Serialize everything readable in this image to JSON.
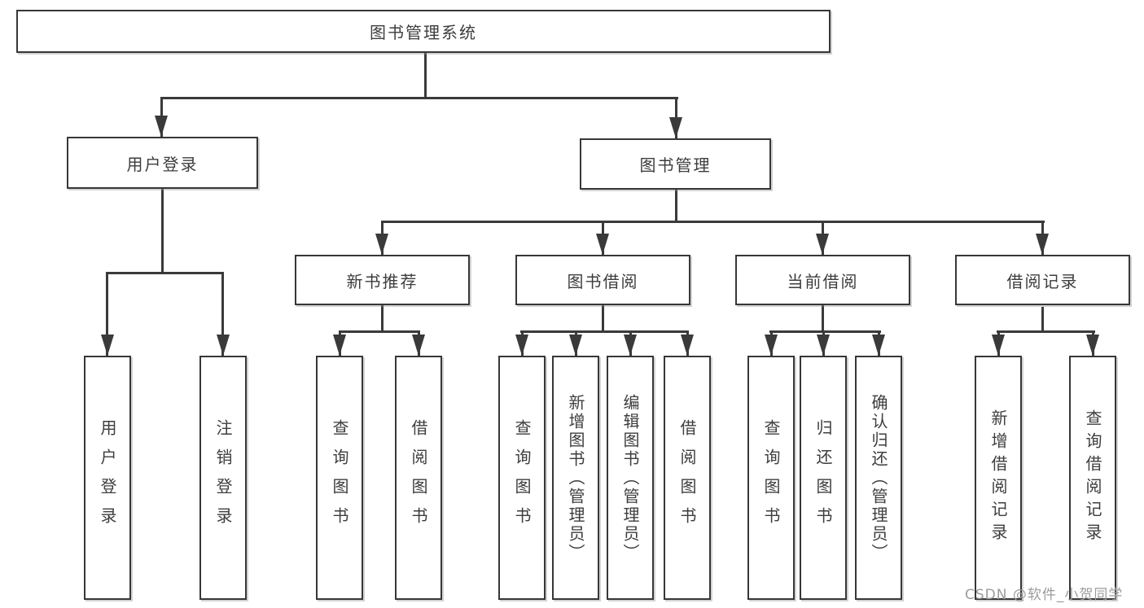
{
  "tree": {
    "label": "图书管理系统",
    "children": [
      {
        "label": "用户登录",
        "children": [
          {
            "label": "用户登录"
          },
          {
            "label": "注销登录"
          }
        ]
      },
      {
        "label": "图书管理",
        "children": [
          {
            "label": "新书推荐",
            "children": [
              {
                "label": "查询图书"
              },
              {
                "label": "借阅图书"
              }
            ]
          },
          {
            "label": "图书借阅",
            "children": [
              {
                "label": "查询图书"
              },
              {
                "label": "新增图书（管理员）"
              },
              {
                "label": "编辑图书（管理员）"
              },
              {
                "label": "借阅图书"
              }
            ]
          },
          {
            "label": "当前借阅",
            "children": [
              {
                "label": "查询图书"
              },
              {
                "label": "归还图书"
              },
              {
                "label": "确认归还（管理员）"
              }
            ]
          },
          {
            "label": "借阅记录",
            "children": [
              {
                "label": "新增借阅记录"
              },
              {
                "label": "查询借阅记录"
              }
            ]
          }
        ]
      }
    ]
  },
  "watermark": "CSDN @软件_小贺同学",
  "style": {
    "background": "#ffffff",
    "box_border_color": "#373737",
    "connector_color": "#3a3a3a",
    "text_color": "#3d3d3d",
    "watermark_color": "#9c9c9c"
  }
}
